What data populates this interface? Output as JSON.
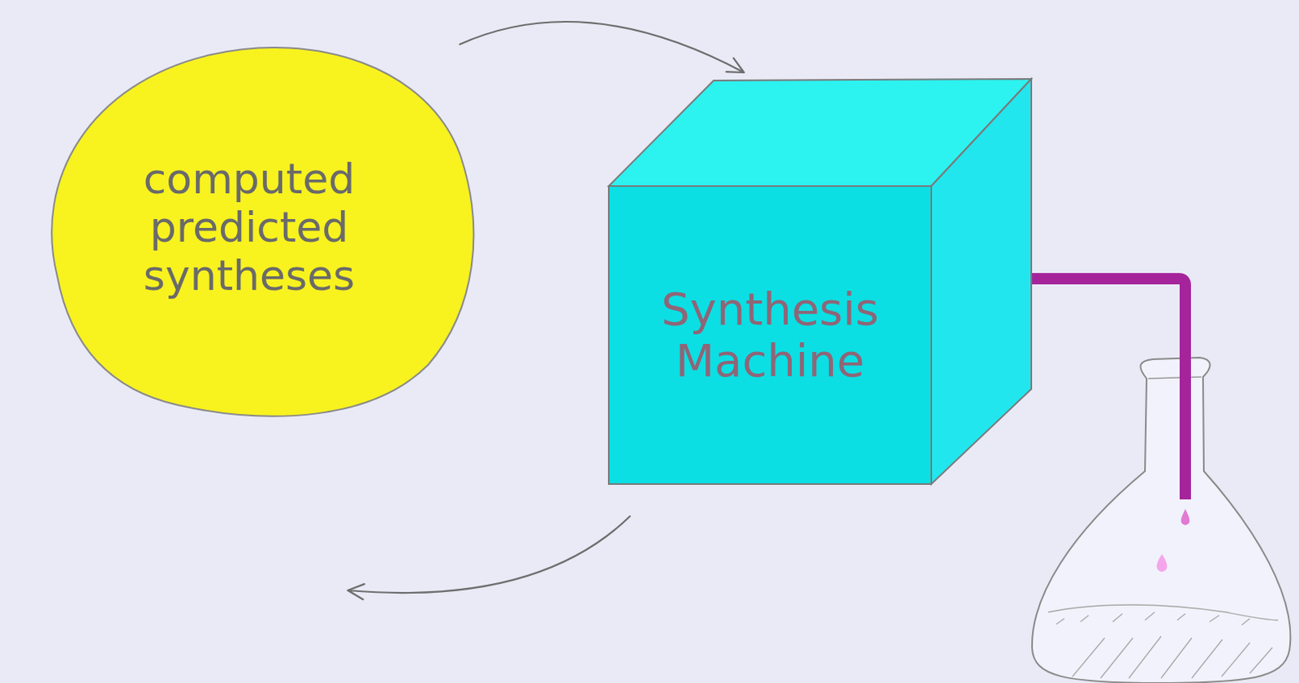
{
  "diagram": {
    "nodes": [
      {
        "text": [
          "computed predicted syntheses"
        ]
      },
      {
        "text": [
          "Synthesis Machine"
        ]
      }
    ],
    "edges": [
      {
        "from": 0,
        "to": 1,
        "arrow": "to"
      },
      {
        "from": 1,
        "to": 0,
        "arrow": "to"
      }
    ]
  }
}
